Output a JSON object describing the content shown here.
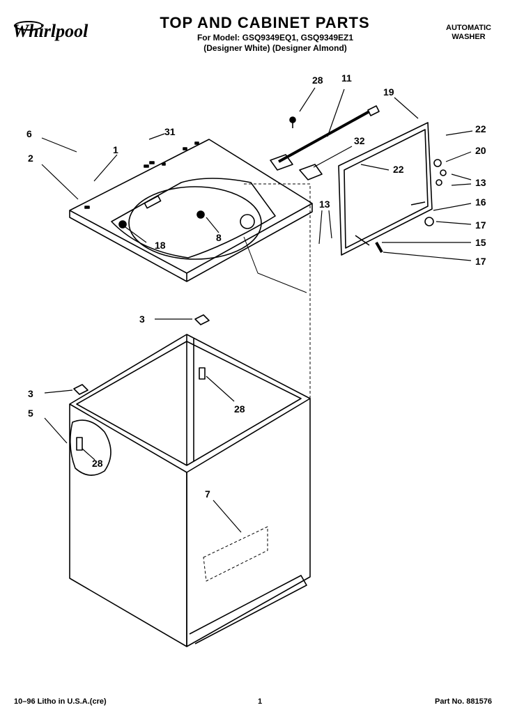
{
  "header": {
    "brand": "Whirlpool",
    "title": "TOP AND CABINET PARTS",
    "models_line": "For Model: GSQ9349EQ1, GSQ9349EZ1",
    "colors_line": "(Designer White) (Designer Almond)",
    "product_type_line1": "AUTOMATIC",
    "product_type_line2": "WASHER"
  },
  "callouts": [
    "28",
    "11",
    "19",
    "6",
    "31",
    "1",
    "2",
    "32",
    "22",
    "20",
    "13",
    "16",
    "17",
    "15",
    "18",
    "8",
    "3",
    "5",
    "7"
  ],
  "footer": {
    "print_info": "10–96 Litho in U.S.A.(cre)",
    "page_number": "1",
    "part_number": "Part No. 881576"
  }
}
